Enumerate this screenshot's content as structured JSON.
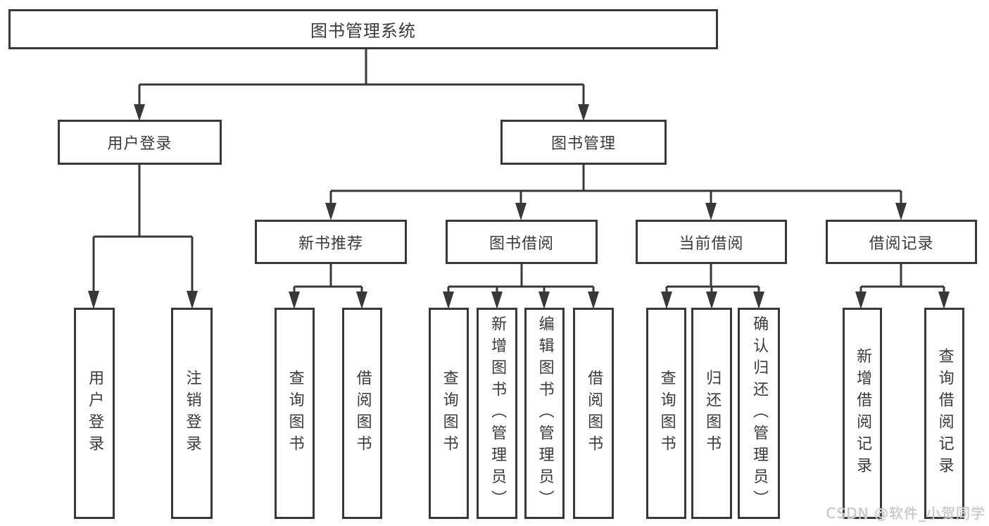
{
  "colors": {
    "line": "#383838",
    "box_border": "#383838",
    "box_background": "#ffffff",
    "text": "#3a3a3a",
    "watermark_text": "#c0c2c4"
  },
  "watermark": {
    "text": "CSDN @软件_小贺同学"
  },
  "tree": {
    "label": "图书管理系统",
    "children": [
      {
        "label": "用户登录",
        "children": [
          {
            "label": "用户登录"
          },
          {
            "label": "注销登录"
          }
        ]
      },
      {
        "label": "图书管理",
        "children": [
          {
            "label": "新书推荐",
            "children": [
              {
                "label": "查询图书"
              },
              {
                "label": "借阅图书"
              }
            ]
          },
          {
            "label": "图书借阅",
            "children": [
              {
                "label": "查询图书"
              },
              {
                "label": "新增图书（管理员）"
              },
              {
                "label": "编辑图书（管理员）"
              },
              {
                "label": "借阅图书"
              }
            ]
          },
          {
            "label": "当前借阅",
            "children": [
              {
                "label": "查询图书"
              },
              {
                "label": "归还图书"
              },
              {
                "label": "确认归还（管理员）"
              }
            ]
          },
          {
            "label": "借阅记录",
            "children": [
              {
                "label": "新增借阅记录"
              },
              {
                "label": "查询借阅记录"
              }
            ]
          }
        ]
      }
    ]
  }
}
